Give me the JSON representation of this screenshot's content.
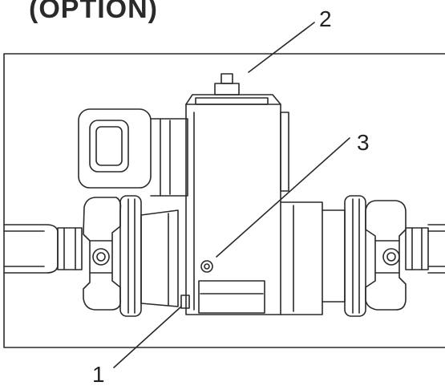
{
  "title": "(OPTION)",
  "callouts": {
    "one": "1",
    "two": "2",
    "three": "3"
  },
  "colors": {
    "ink": "#2a2a2a",
    "paper": "#ffffff"
  }
}
